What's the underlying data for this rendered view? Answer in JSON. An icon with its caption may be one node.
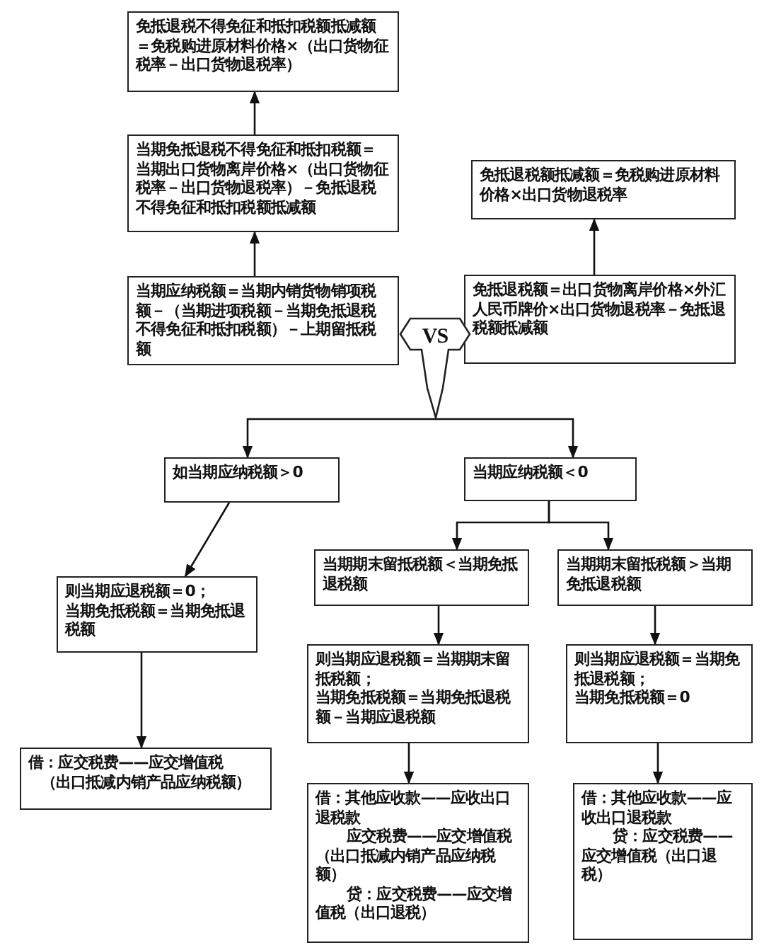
{
  "diagram": {
    "nodes": [
      {
        "text": [
          "免抵退税不得免征和抵扣税额抵减额＝免税购进原材料价格×（出口货物征税率－出口货物退税率）"
        ]
      },
      {
        "text": [
          "当期免抵退税不得免征和抵扣税额＝当期出口货物离岸价格×（出口货物征税率－出口货物退税率）－免抵退税不得免征和抵扣税额抵减额"
        ]
      },
      {
        "text": [
          "免抵退税额抵减额＝免税购进原材料价格×出口货物退税率"
        ]
      },
      {
        "text": [
          "当期应纳税额＝当期内销货物销项税额－（当期进项税额－当期免抵退税不得免征和抵扣税额）－上期留抵税额"
        ]
      },
      {
        "text": [
          "免抵退税额＝出口货物离岸价格×外汇人民币牌价×出口货物退税率－免抵退税额抵减额"
        ]
      },
      {
        "text": [
          "VS"
        ]
      },
      {
        "text": [
          "如当期应纳税额＞0"
        ]
      },
      {
        "text": [
          "当期应纳税额＜0"
        ]
      },
      {
        "text": [
          "当期期末留抵税额＜当期免抵退税额"
        ]
      },
      {
        "text": [
          "当期期末留抵税额＞当期免抵退税额"
        ]
      },
      {
        "text": [
          "则当期应退税额＝0；",
          "当期免抵税额＝当期免抵退税额"
        ]
      },
      {
        "text": [
          "则当期应退税额＝当期期末留抵税额；",
          "当期免抵税额＝当期免抵退税额－当期应退税额"
        ]
      },
      {
        "text": [
          "则当期应退税额＝当期免抵退税额；",
          "当期免抵税额＝0"
        ]
      },
      {
        "text": [
          "借：应交税费——应交增值税",
          "（出口抵减内销产品应纳税额）"
        ]
      },
      {
        "text": [
          "借：其他应收款——应收出口退税款",
          "应交税费——应交增值税（出口抵减内销产品应纳税额）",
          "贷：应交税费——应交增值税（出口退税）"
        ]
      },
      {
        "text": [
          "借：其他应收款——应收出口退税款",
          "贷：应交税费——应交增值税（出口退税）"
        ]
      }
    ],
    "edges": [
      {
        "from": 3,
        "to": 1,
        "arrow": "to"
      },
      {
        "from": 1,
        "to": 0,
        "arrow": "to"
      },
      {
        "from": 4,
        "to": 2,
        "arrow": "to"
      },
      {
        "from": 5,
        "to": 6,
        "arrow": "to"
      },
      {
        "from": 5,
        "to": 7,
        "arrow": "to"
      },
      {
        "from": 6,
        "to": 10,
        "arrow": "to"
      },
      {
        "from": 10,
        "to": 13,
        "arrow": "to"
      },
      {
        "from": 7,
        "to": 8,
        "arrow": "to"
      },
      {
        "from": 7,
        "to": 9,
        "arrow": "to"
      },
      {
        "from": 8,
        "to": 11,
        "arrow": "to"
      },
      {
        "from": 9,
        "to": 12,
        "arrow": "to"
      },
      {
        "from": 11,
        "to": 14,
        "arrow": "to"
      },
      {
        "from": 12,
        "to": 15,
        "arrow": "to"
      }
    ]
  }
}
